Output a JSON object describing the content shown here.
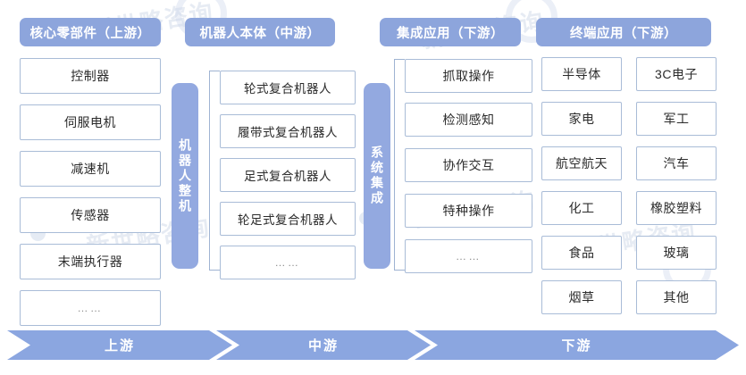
{
  "colors": {
    "header_fill": "#8da5dc",
    "vbar_fill": "#93a9e0",
    "chevron_fill": "#8ba6e0",
    "box_border": "#a9bcd7",
    "text": "#2b2b2b",
    "watermark": "#c9d3e6"
  },
  "headers": [
    {
      "label": "核心零部件（上游）"
    },
    {
      "label": "机器人本体（中游）"
    },
    {
      "label": "集成应用（下游）"
    },
    {
      "label": "终端应用（下游）"
    }
  ],
  "columns": {
    "upstream": {
      "items": [
        "控制器",
        "伺服电机",
        "减速机",
        "传感器",
        "末端执行器",
        "……"
      ]
    },
    "midstream": {
      "vertical_bar": "机器人整机",
      "items": [
        "轮式复合机器人",
        "履带式复合机器人",
        "足式复合机器人",
        "轮足式复合机器人",
        "……"
      ]
    },
    "integration": {
      "vertical_bar": "系统集成",
      "items": [
        "抓取操作",
        "检测感知",
        "协作交互",
        "特种操作",
        "……"
      ]
    },
    "terminal": {
      "column_a": [
        "半导体",
        "家电",
        "航空航天",
        "化工",
        "食品",
        "烟草"
      ],
      "column_b": [
        "3C电子",
        "军工",
        "汽车",
        "橡胶塑料",
        "玻璃",
        "其他"
      ]
    }
  },
  "chevrons": [
    {
      "label": "上游"
    },
    {
      "label": "中游"
    },
    {
      "label": "下游"
    }
  ],
  "watermark": {
    "text": "新世略咨询"
  }
}
